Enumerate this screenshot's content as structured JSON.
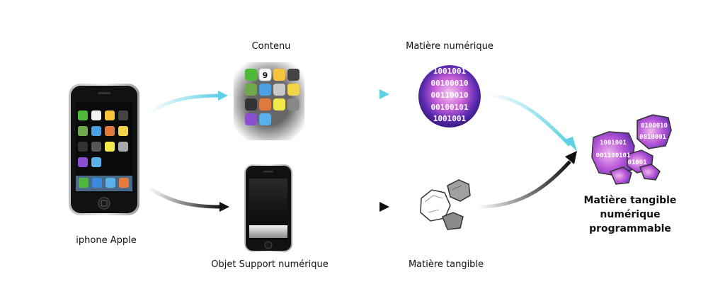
{
  "labels": {
    "contenu": "Contenu",
    "matiere_numerique": "Matière numérique",
    "iphone": "iphone Apple",
    "objet_support": "Objet Support numérique",
    "matiere_tangible": "Matière tangible",
    "result_line1": "Matière tangible",
    "result_line2": "numérique",
    "result_line3": "programmable"
  },
  "binary_digits": {
    "sphere_rows": [
      "1001001",
      "00100010",
      "00110010",
      "00100101",
      "1001001"
    ],
    "fragment_rows": [
      "1001001",
      "0100010",
      "0010001",
      "001100101",
      "01001"
    ]
  },
  "colors": {
    "cyan_arrow": "#5fd0e6",
    "black_arrow": "#111111",
    "purple_sphere": "#8a3fd0",
    "pink_sphere": "#e06ad8"
  }
}
